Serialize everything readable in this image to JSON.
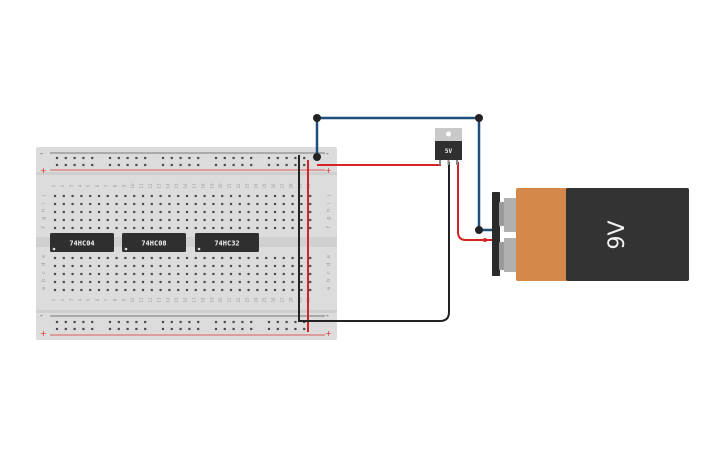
{
  "breadboard": {
    "columns": 30,
    "rows_top": [
      "j",
      "i",
      "h",
      "g",
      "f"
    ],
    "rows_bottom": [
      "e",
      "d",
      "c",
      "b",
      "a"
    ],
    "rail_plus_label": "+",
    "rail_minus_label": "-"
  },
  "chips": [
    {
      "label": "74HC04"
    },
    {
      "label": "74HC08"
    },
    {
      "label": "74HC32"
    }
  ],
  "regulator": {
    "label": "5V"
  },
  "battery": {
    "label": "9V",
    "body_color": "#333333",
    "cap_color": "#d4894a"
  },
  "wire_colors": {
    "blue": "#1f4e79",
    "red": "#d62222",
    "black": "#222222"
  }
}
